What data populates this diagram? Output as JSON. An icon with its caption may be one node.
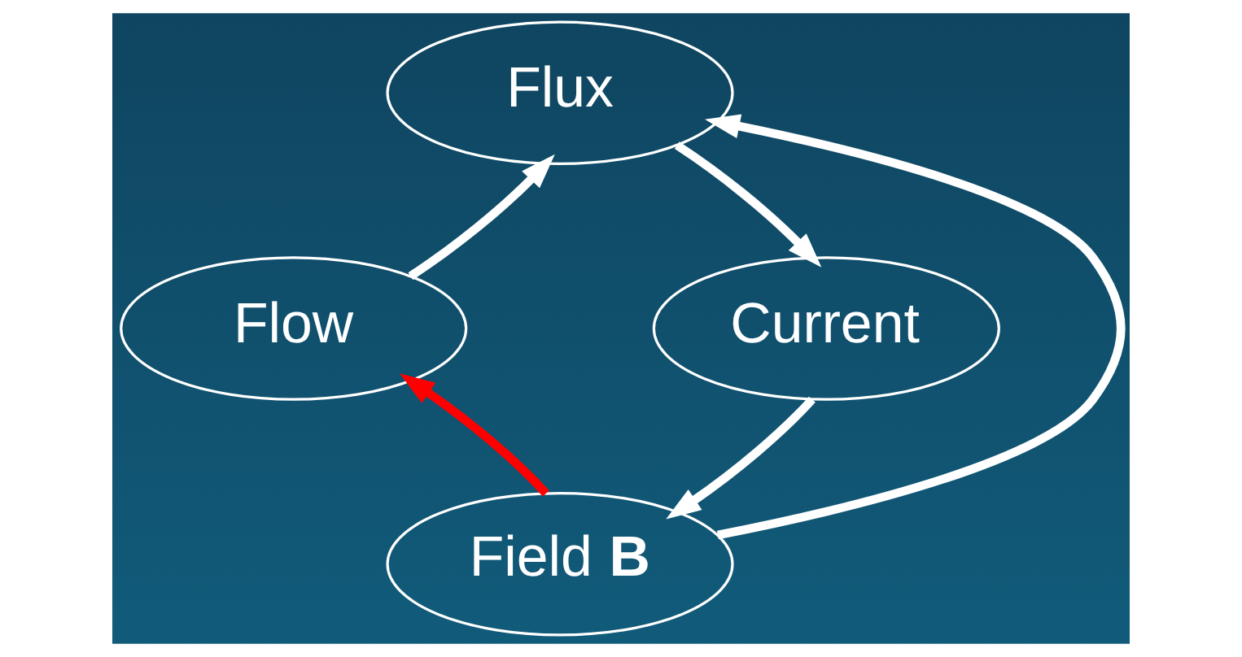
{
  "diagram": {
    "nodes": [
      {
        "text": [
          "Flux"
        ]
      },
      {
        "text": [
          "Flow"
        ]
      },
      {
        "text": [
          "Current"
        ]
      },
      {
        "text": [
          "Field **B**"
        ]
      }
    ],
    "edges": [
      {
        "from": 1,
        "to": 0,
        "arrow": "to"
      },
      {
        "from": 0,
        "to": 2,
        "arrow": "to"
      },
      {
        "from": 2,
        "to": 3,
        "arrow": "to"
      },
      {
        "from": 3,
        "to": 0,
        "arrow": "to"
      },
      {
        "from": 3,
        "to": 1,
        "arrow": "to",
        "color": "#ff0000"
      }
    ]
  }
}
